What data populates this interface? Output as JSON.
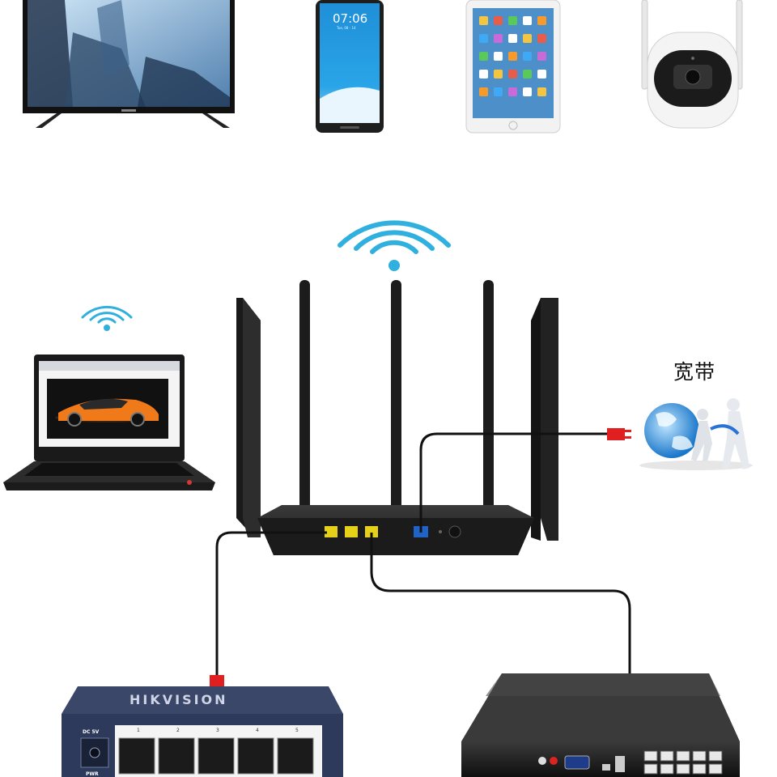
{
  "broadband_label": "宽带",
  "phone": {
    "time": "07:06",
    "date": "Tue, 08 - 14"
  },
  "poe_switch": {
    "brand": "HIKVISION",
    "dc_label": "DC 5V",
    "pwr_label": "PWR",
    "port_numbers": [
      "1",
      "2",
      "3",
      "4",
      "5"
    ]
  },
  "colors": {
    "wifi": "#2fb0de",
    "cable": "#111111",
    "connector_red": "#e02020",
    "router_port_yellow": "#e6d11a",
    "wan_port_blue": "#1f63c9",
    "switch_body": "#2e3a5c"
  }
}
